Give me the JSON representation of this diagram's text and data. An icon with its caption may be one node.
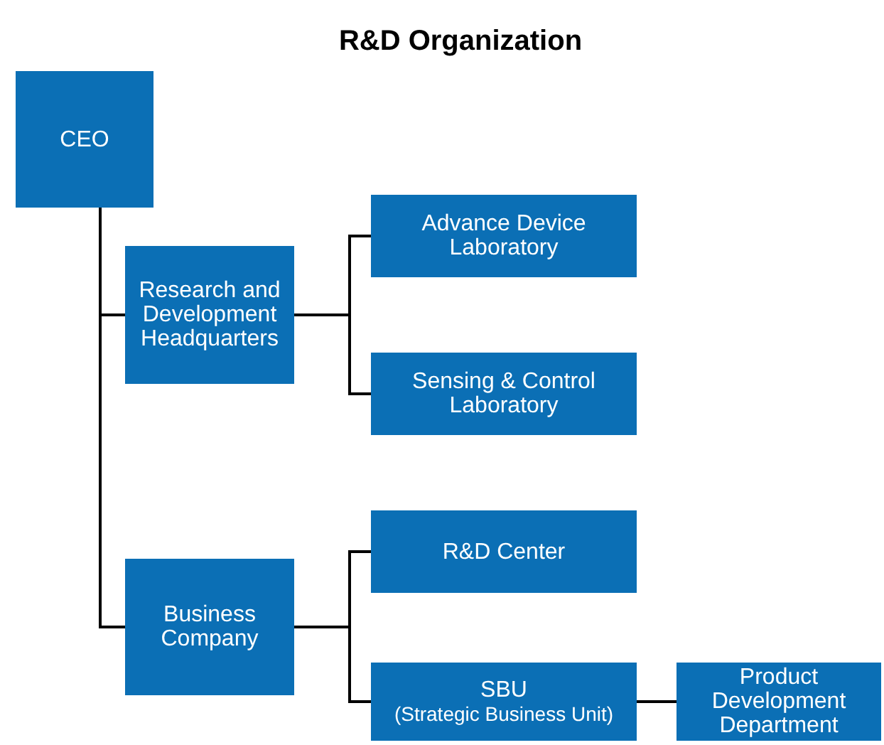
{
  "diagram": {
    "title": "R&D Organization",
    "nodes": [
      {
        "text": [
          "CEO"
        ]
      },
      {
        "text": [
          "Research and Development Headquarters"
        ]
      },
      {
        "text": [
          "Advance Device Laboratory"
        ]
      },
      {
        "text": [
          "Sensing & Control Laboratory"
        ]
      },
      {
        "text": [
          "Business Company"
        ]
      },
      {
        "text": [
          "R&D Center"
        ]
      },
      {
        "text": [
          "SBU",
          "(Strategic Business Unit)"
        ]
      },
      {
        "text": [
          "Product Development Department"
        ]
      }
    ],
    "edges": [
      {
        "from": 0,
        "to": 1,
        "arrow": "none"
      },
      {
        "from": 0,
        "to": 4,
        "arrow": "none"
      },
      {
        "from": 1,
        "to": 2,
        "arrow": "none"
      },
      {
        "from": 1,
        "to": 3,
        "arrow": "none"
      },
      {
        "from": 4,
        "to": 5,
        "arrow": "none"
      },
      {
        "from": 4,
        "to": 6,
        "arrow": "none"
      },
      {
        "from": 6,
        "to": 7,
        "arrow": "none"
      }
    ]
  }
}
